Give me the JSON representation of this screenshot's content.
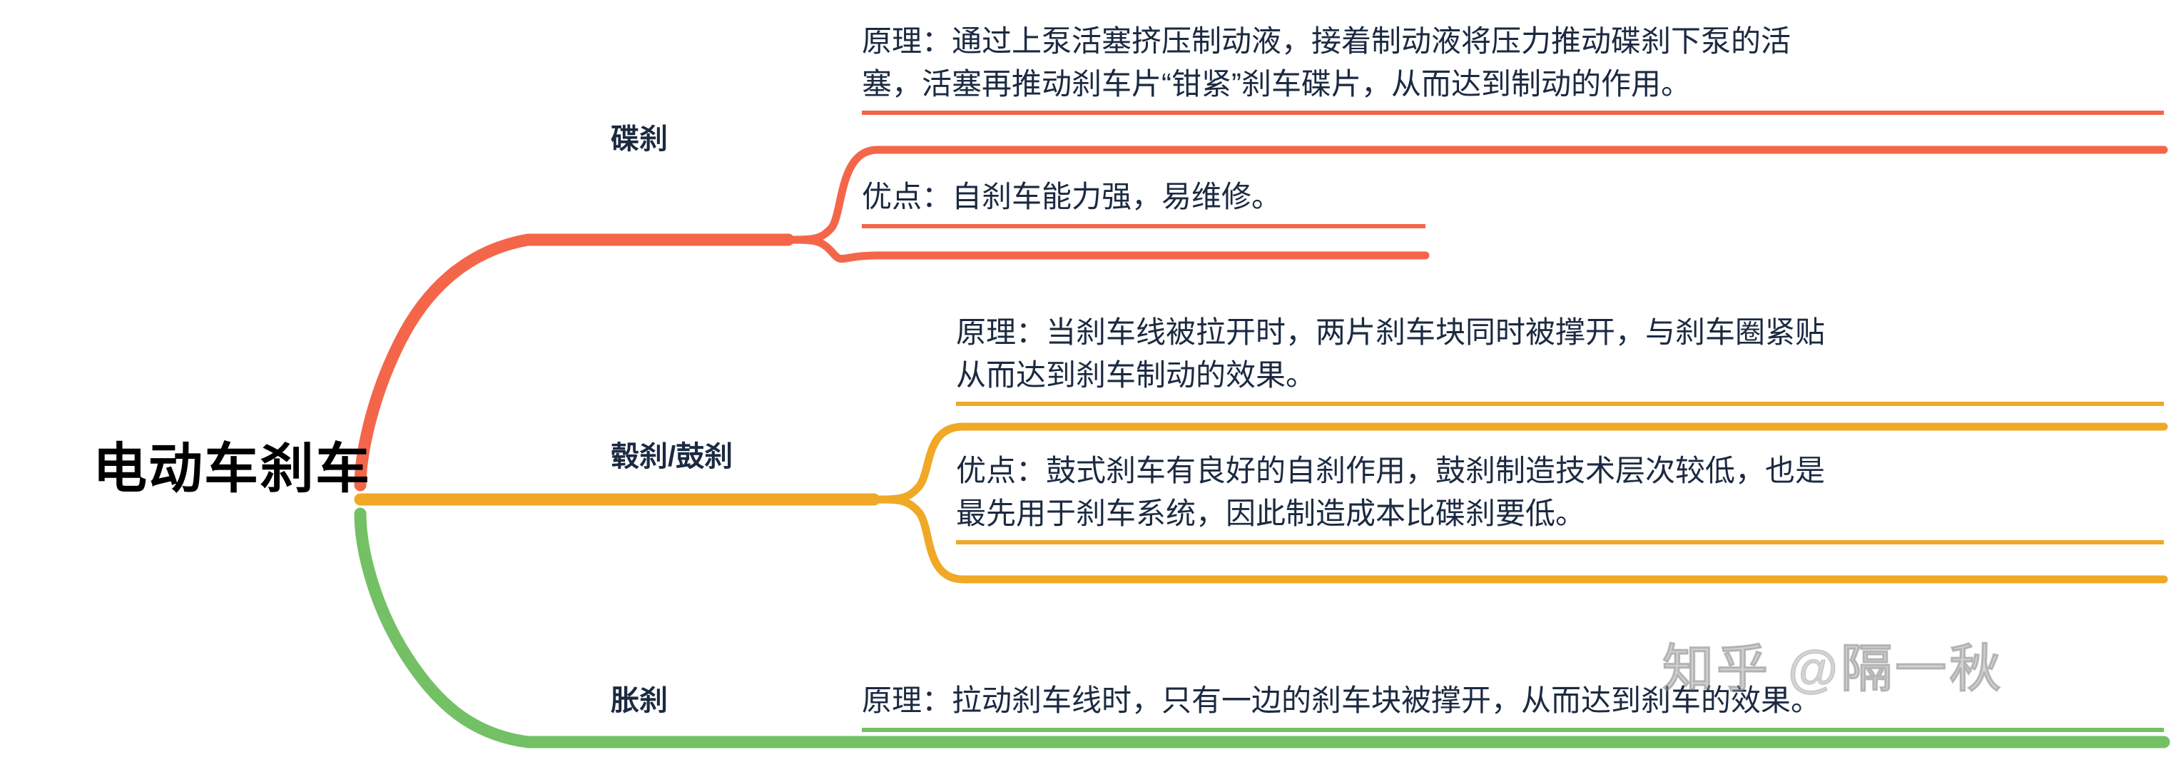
{
  "diagram": {
    "type": "mindmap",
    "root": {
      "label": "电动车刹车"
    },
    "colors": {
      "branch_disc": "#f4664a",
      "branch_drum": "#f0a826",
      "branch_expand": "#73c065",
      "text": "#1b2a41",
      "root_text": "#000000",
      "background": "#ffffff"
    },
    "branches": [
      {
        "label": "碟刹",
        "color": "#f4664a",
        "nodes": [
          {
            "id": "disc-principle",
            "lines": [
              "原理：通过上泵活塞挤压制动液，接着制动液将压力推动碟刹下泵的活",
              "塞，活塞再推动刹车片“钳紧”刹车碟片，从而达到制动的作用。"
            ]
          },
          {
            "id": "disc-merit",
            "lines": [
              "优点：自刹车能力强，易维修。"
            ]
          }
        ]
      },
      {
        "label": "毂刹/鼓刹",
        "color": "#f0a826",
        "nodes": [
          {
            "id": "drum-principle",
            "lines": [
              "原理：当刹车线被拉开时，两片刹车块同时被撑开，与刹车圈紧贴",
              "从而达到刹车制动的效果。"
            ]
          },
          {
            "id": "drum-merit",
            "lines": [
              "优点：鼓式刹车有良好的自刹作用，鼓刹制造技术层次较低，也是",
              "最先用于刹车系统，因此制造成本比碟刹要低。"
            ]
          }
        ]
      },
      {
        "label": "胀刹",
        "color": "#73c065",
        "nodes": [
          {
            "id": "expand-principle",
            "lines": [
              "原理：拉动刹车线时，只有一边的刹车块被撑开，从而达到刹车的效果。"
            ]
          }
        ]
      }
    ]
  },
  "watermark": {
    "text": "知乎 @隔一秋"
  }
}
